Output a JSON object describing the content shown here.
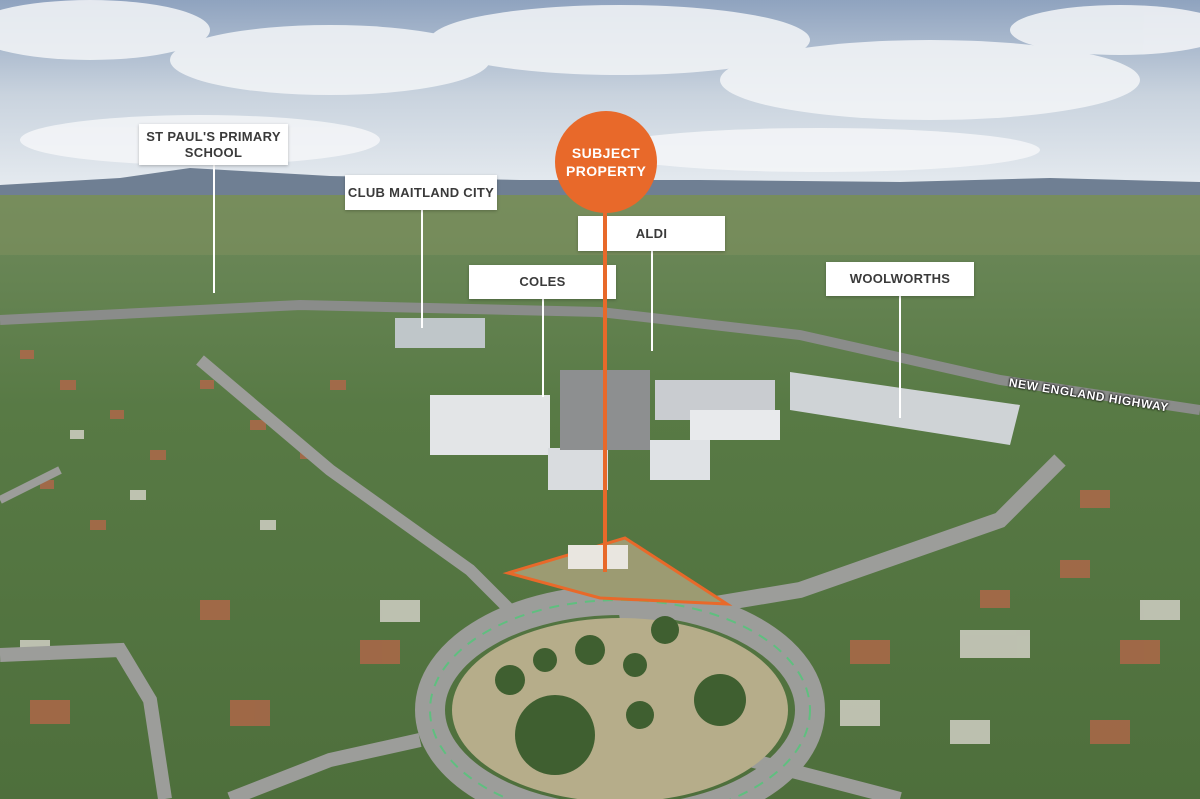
{
  "labels": {
    "st_pauls": "ST PAUL'S PRIMARY SCHOOL",
    "club_maitland": "CLUB MAITLAND CITY",
    "aldi": "ALDI",
    "coles": "COLES",
    "woolworths": "WOOLWORTHS"
  },
  "subject": {
    "label": "SUBJECT PROPERTY"
  },
  "roads": {
    "highway": "NEW ENGLAND HIGHWAY"
  },
  "colors": {
    "accent": "#e8692a",
    "label_bg": "#ffffff",
    "label_text": "#3a3a3a"
  }
}
